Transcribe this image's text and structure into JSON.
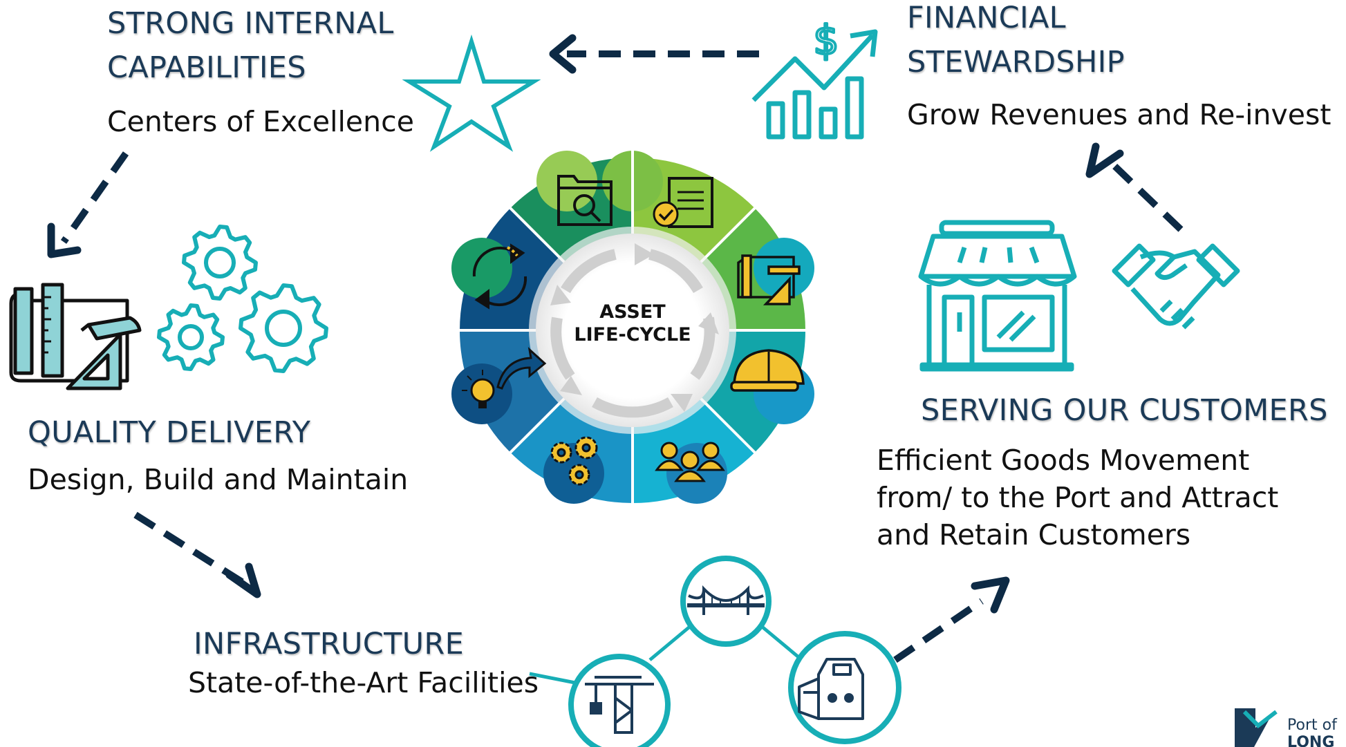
{
  "colors": {
    "teal": "#17aeb6",
    "navy": "#0d2a45",
    "heading": "#1b3a57",
    "gold": "#f2c12e",
    "segments": [
      "#8dc63f",
      "#5bb748",
      "#12a5a9",
      "#16b2d2",
      "#1a94c6",
      "#1d72a8",
      "#0d4f83",
      "#1a8f5e"
    ]
  },
  "center": {
    "line1": "ASSET",
    "line2": "LIFE-CYCLE"
  },
  "segment_icons": [
    "folder-search-icon",
    "document-check-icon",
    "blueprint-icon",
    "hard-hat-icon",
    "team-icon",
    "gears-icon",
    "idea-arrow-icon",
    "refresh-cycle-icon"
  ],
  "sections": {
    "internal": {
      "title_line1": "STRONG INTERNAL",
      "title_line2": "CAPABILITIES",
      "subtitle": "Centers of Excellence"
    },
    "financial": {
      "title_line1": "FINANCIAL",
      "title_line2": "STEWARDSHIP",
      "subtitle": "Grow Revenues and Re-invest"
    },
    "customers": {
      "title": "SERVING OUR CUSTOMERS",
      "line1": "Efficient Goods Movement",
      "line2": "from/ to the Port and Attract",
      "line3": "and Retain Customers"
    },
    "quality": {
      "title": "QUALITY DELIVERY",
      "subtitle": "Design, Build and Maintain"
    },
    "infrastructure": {
      "title": "INFRASTRUCTURE",
      "subtitle": "State-of-the-Art Facilities"
    }
  },
  "infrastructure_icons": [
    "crane-icon",
    "bridge-icon",
    "train-icon"
  ],
  "logo": {
    "line1": "Port of",
    "line2": "LONG"
  }
}
